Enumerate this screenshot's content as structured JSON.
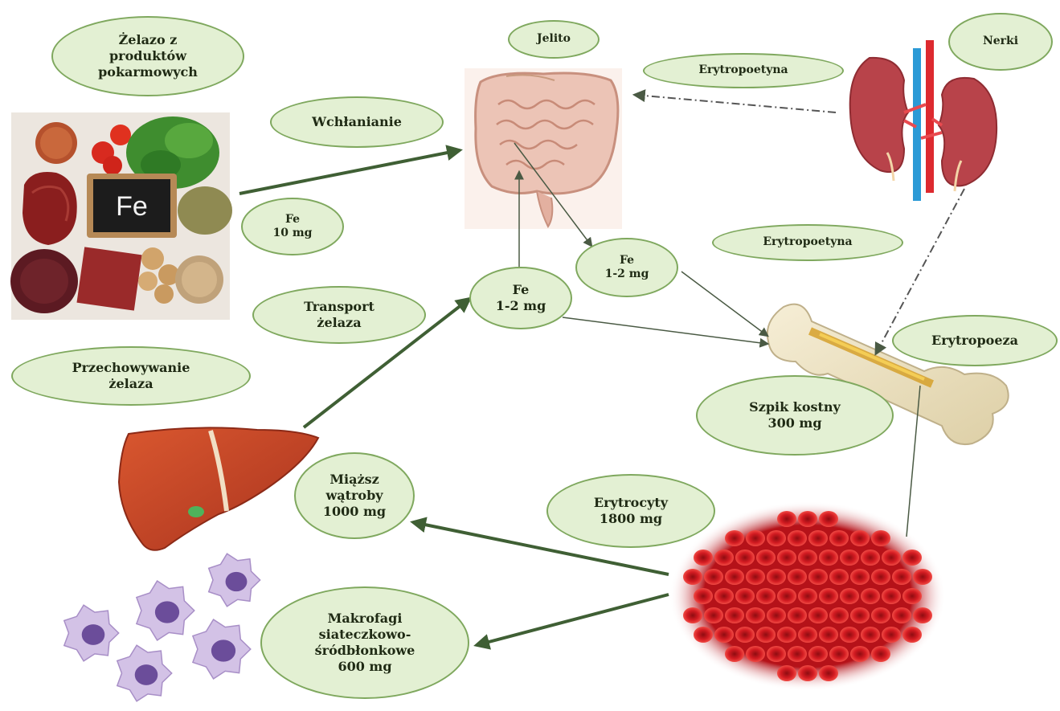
{
  "labels": {
    "food_source": "Żelazo z\nproduktów\npokarmowych",
    "intestine": "Jelito",
    "epo_top": "Erytropoetyna",
    "kidneys": "Nerki",
    "absorption": "Wchłanianie",
    "fe_10": "Fe\n10 mg",
    "epo_mid": "Erytropoetyna",
    "fe_12_right": "Fe\n1-2 mg",
    "fe_12_center": "Fe\n1-2 mg",
    "transport": "Transport\nżelaza",
    "storage": "Przechowywanie\nżelaza",
    "erythropoiesis": "Erytropoeza",
    "marrow": "Szpik kostny\n300 mg",
    "liver_parenchyma": "Miąższ\nwątroby\n1000 mg",
    "erythrocytes": "Erytrocyty\n1800 mg",
    "macrophages": "Makrofagi\nsiateczkowo-\nśródbłonkowe\n600 mg"
  },
  "fe_tile_text": "Fe",
  "colors": {
    "oval_fill": "#e3f0d3",
    "oval_border": "#7fa85e",
    "arrow": "#3f5f34",
    "liver": "#c8482a",
    "kidney": "#b8434a",
    "rbc": "#c4161c",
    "macrophage": "#c9b6de",
    "nucleus": "#6b4d9a",
    "bone": "#efe4c4",
    "intestine": "#ecc4b6"
  },
  "icons": [
    "food-photo-icon",
    "intestine-icon",
    "kidneys-icon",
    "bone-icon",
    "liver-icon",
    "red-blood-cells-icon",
    "macrophage-cells-icon"
  ]
}
